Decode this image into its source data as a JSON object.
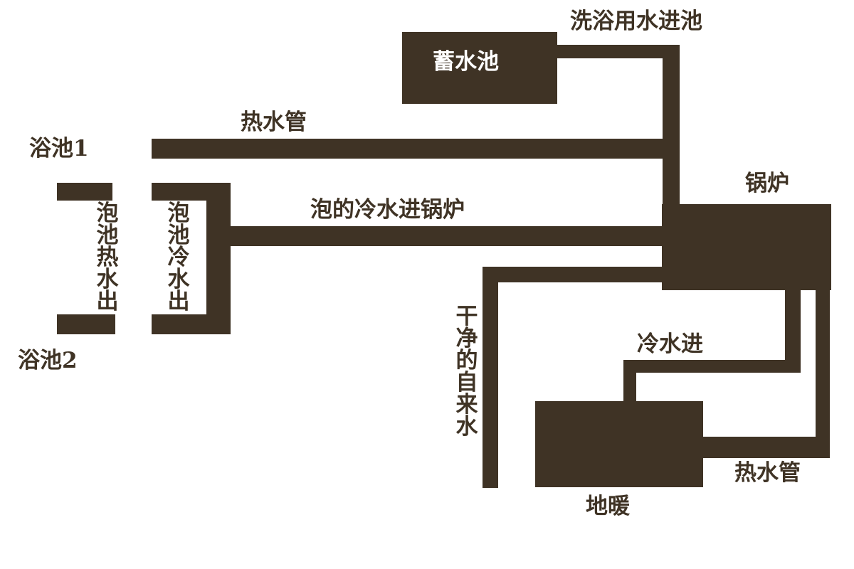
{
  "labels": {
    "reservoir": "蓄水池",
    "bath_water_in": "洗浴用水进池",
    "hot_pipe_top": "热水管",
    "bath1": "浴池1",
    "bath2": "浴池2",
    "hot_out": "泡池热水出",
    "cold_out": "泡池冷水出",
    "to_boiler": "泡的冷水进锅炉",
    "boiler": "锅炉",
    "clean_tap": "干净的自来水",
    "cold_in": "冷水进",
    "hot_pipe_bottom": "热水管",
    "floor_heating": "地暖"
  },
  "colors": {
    "pipe": "#3f3325",
    "background": "#ffffff"
  }
}
